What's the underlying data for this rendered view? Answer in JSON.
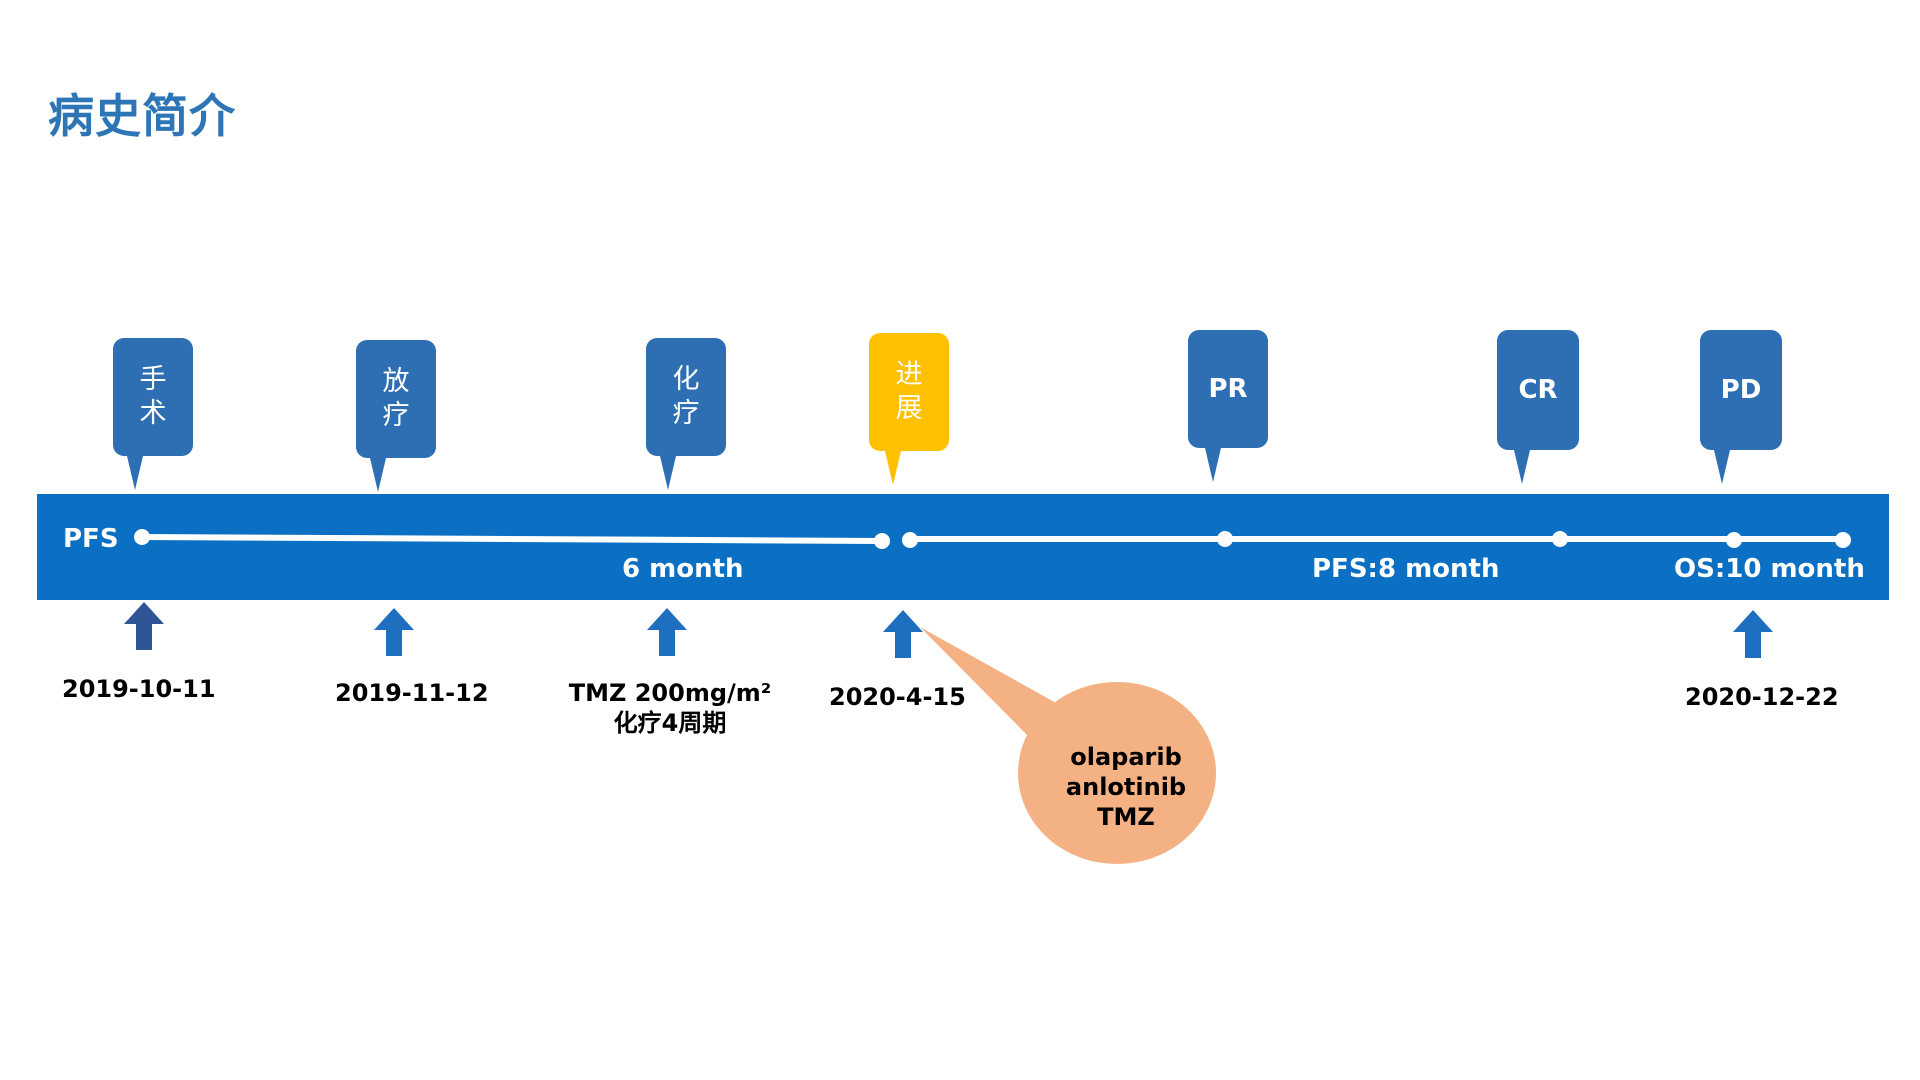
{
  "title": "病史简介",
  "colors": {
    "title": "#2e75b6",
    "band": "#0b70c3",
    "callout_blue": "#2e6fb4",
    "callout_highlight": "#ffc000",
    "arrow": "#1f6fc0",
    "bubble": "#f4b183"
  },
  "callouts": [
    {
      "label": "手术",
      "style": "blue"
    },
    {
      "label": "放疗",
      "style": "blue"
    },
    {
      "label": "化疗",
      "style": "blue"
    },
    {
      "label": "进展",
      "style": "highlight"
    },
    {
      "label": "PR",
      "style": "blue"
    },
    {
      "label": "CR",
      "style": "blue"
    },
    {
      "label": "PD",
      "style": "blue"
    }
  ],
  "band_labels": {
    "pfs": "PFS",
    "six_month": "6 month",
    "pfs_8": "PFS:8 month",
    "os_10": "OS:10 month"
  },
  "dates": {
    "d1": "2019-10-11",
    "d2": "2019-11-12",
    "chemo_line1": "TMZ 200mg/m²",
    "chemo_line2": "化疗4周期",
    "d4": "2020-4-15",
    "d5": "2020-12-22"
  },
  "drugs": [
    "olaparib",
    "anlotinib",
    "TMZ"
  ]
}
